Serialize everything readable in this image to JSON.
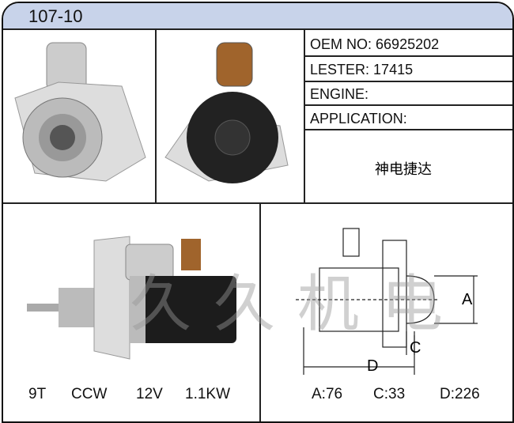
{
  "header": {
    "title": "107-10"
  },
  "info": {
    "oem_label": "OEM NO:",
    "oem_value": "66925202",
    "lester_label": "LESTER:",
    "lester_value": "17415",
    "engine_label": "ENGINE:",
    "engine_value": "",
    "application_label": "APPLICATION:",
    "application_value": "神电捷达"
  },
  "specs": {
    "teeth": "9T",
    "rotation": "CCW",
    "voltage": "12V",
    "power": "1.1KW"
  },
  "dimensions": {
    "a": "A:76",
    "c": "C:33",
    "d": "D:226",
    "a_letter": "A",
    "c_letter": "C",
    "d_letter": "D"
  },
  "watermark": "久久机电"
}
